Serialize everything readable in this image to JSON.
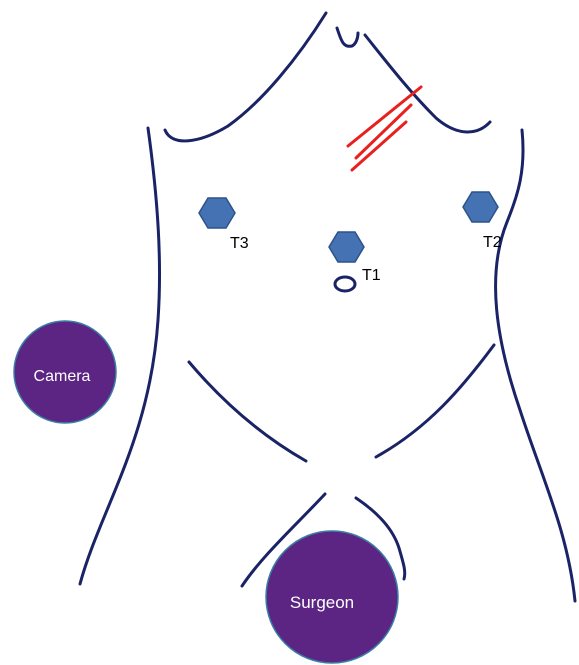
{
  "colors": {
    "outline": "#1a2366",
    "incision": "#e8211f",
    "trocar": "#4472b3",
    "person_circle": "#5c2483",
    "person_text": "#ffffff"
  },
  "ports": [
    {
      "id": "T1",
      "label": "T1",
      "icon": "hexagon-icon"
    },
    {
      "id": "T2",
      "label": "T2",
      "icon": "hexagon-icon"
    },
    {
      "id": "T3",
      "label": "T3",
      "icon": "hexagon-icon"
    }
  ],
  "positions": {
    "camera": {
      "label": "Camera"
    },
    "surgeon": {
      "label": "Surgeon"
    }
  },
  "landmarks": {
    "umbilicus": "navel-icon",
    "incision": "incision-lines-icon"
  }
}
